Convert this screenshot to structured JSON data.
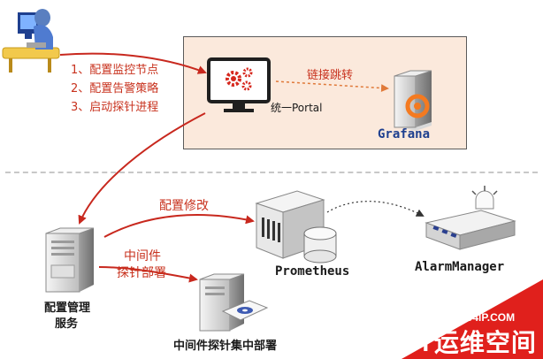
{
  "steps": [
    "1、配置监控节点",
    "2、配置告警策略",
    "3、启动探针进程"
  ],
  "portal": {
    "label": "统一Portal",
    "link_label": "链接跳转"
  },
  "grafana": {
    "label": "Grafana"
  },
  "config_service": {
    "line1": "配置管理",
    "line2": "服务"
  },
  "config_edit_label": "配置修改",
  "middleware_label": {
    "line1": "中间件",
    "line2": "探针部署"
  },
  "prometheus": {
    "label": "Prometheus"
  },
  "alertmanager": {
    "label": "AlarmManager"
  },
  "deploy_server": {
    "label": "中间件探针集中部署"
  },
  "watermark": {
    "url": "WWW.94IP.COM",
    "title": "IT运维空间"
  },
  "colors": {
    "arrow_red": "#c8281e",
    "portal_bg": "#fbe9dc",
    "watermark_red": "#e0201c",
    "grafana_orange": "#f47a20"
  }
}
